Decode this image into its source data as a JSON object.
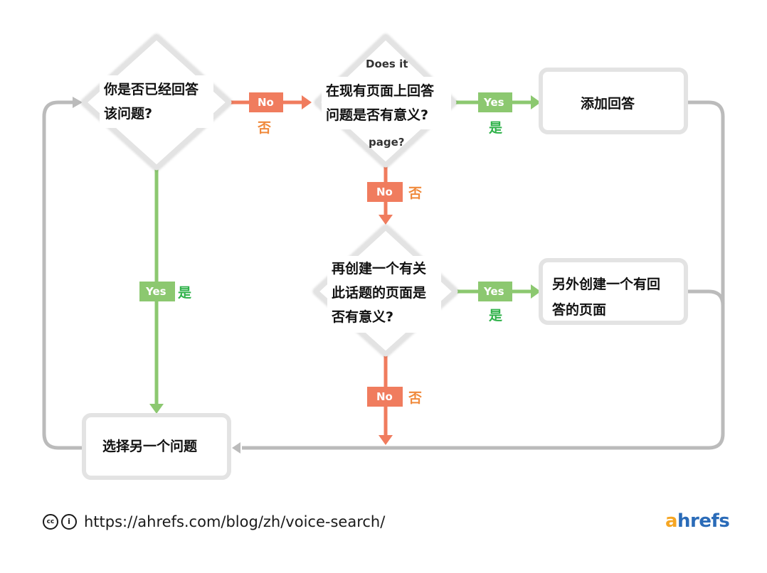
{
  "nodes": {
    "q1": {
      "lines": [
        "你是否已经回答",
        "该问题?"
      ]
    },
    "q2": {
      "lines": [
        "在现有页面上回答",
        "问题是否有意义?"
      ],
      "ghost_top": "Does it",
      "ghost_bottom": "page?"
    },
    "q3": {
      "lines": [
        "再创建一个有关",
        "此话题的页面是",
        "否有意义?"
      ]
    },
    "add_answer": {
      "lines": [
        "添加回答"
      ]
    },
    "create_page": {
      "lines": [
        "另外创建一个有回",
        "答的页面"
      ]
    },
    "choose_other": {
      "lines": [
        "选择另一个问题"
      ]
    }
  },
  "labels": {
    "no": "No",
    "no_zh": "否",
    "yes": "Yes",
    "yes_zh": "是"
  },
  "colors": {
    "no": "#f07c5e",
    "no_zh": "#f08a3c",
    "yes": "#8cc870",
    "yes_zh": "#2fb24a",
    "loop_line": "#bbbbbb",
    "box_border": "#dddddd"
  },
  "footer": {
    "url": "https://ahrefs.com/blog/zh/voice-search/",
    "logo_a": "a",
    "logo_rest": "hrefs"
  }
}
